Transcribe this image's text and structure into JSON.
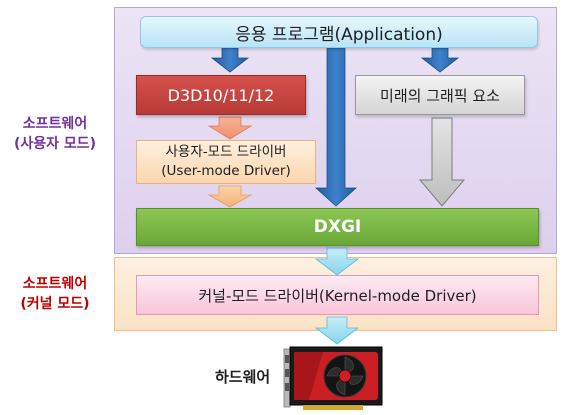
{
  "side_labels": {
    "user_mode": {
      "line1": "소프트웨어",
      "line2": "(사용자 모드)"
    },
    "kernel_mode": {
      "line1": "소프트웨어",
      "line2": "(커널 모드)"
    }
  },
  "boxes": {
    "application": "응용 프로그램(Application)",
    "d3d": "D3D10/11/12",
    "future_graphics": "미래의 그래픽 요소",
    "user_mode_driver": {
      "line1": "사용자-모드 드라이버",
      "line2": "(User-mode Driver)"
    },
    "dxgi": "DXGI",
    "kernel_mode_driver": "커널-모드 드라이버(Kernel-mode Driver)"
  },
  "hardware": {
    "label": "하드웨어",
    "image_icon": "graphics-card-icon"
  },
  "colors": {
    "user_panel": "#ddd0ee",
    "kernel_panel": "#fbe2c5",
    "application": "#b8e4f6",
    "d3d": "#c0403b",
    "future": "#d4d4d4",
    "user_mode_driver": "#fbd6ae",
    "dxgi": "#76b041",
    "kernel_mode_driver": "#f8c6d8",
    "blue_arrow": "#2e6db4",
    "salmon_arrow": "#f4a07e",
    "gray_arrow": "#c8c8c8",
    "cyan_arrow": "#9fdff2"
  }
}
